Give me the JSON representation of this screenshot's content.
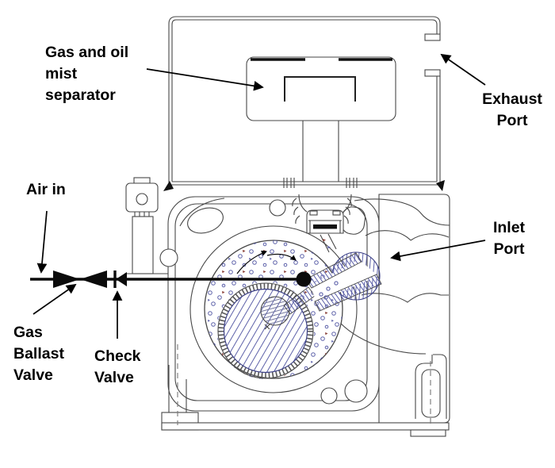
{
  "diagram": {
    "labels": {
      "separator": "Gas and oil\nmist\nseparator",
      "exhaust_port": "Exhaust\nPort",
      "air_in": "Air in",
      "inlet_port": "Inlet\nPort",
      "gas_ballast_valve": "Gas\nBallast\nValve",
      "check_valve": "Check\nValve"
    },
    "colors": {
      "line": "#474747",
      "label_text": "#000000",
      "hatch_blue": "#5d61a9",
      "flow_line": "#0b0b0b",
      "speck_red": "#8a4038",
      "background": "#ffffff"
    }
  }
}
